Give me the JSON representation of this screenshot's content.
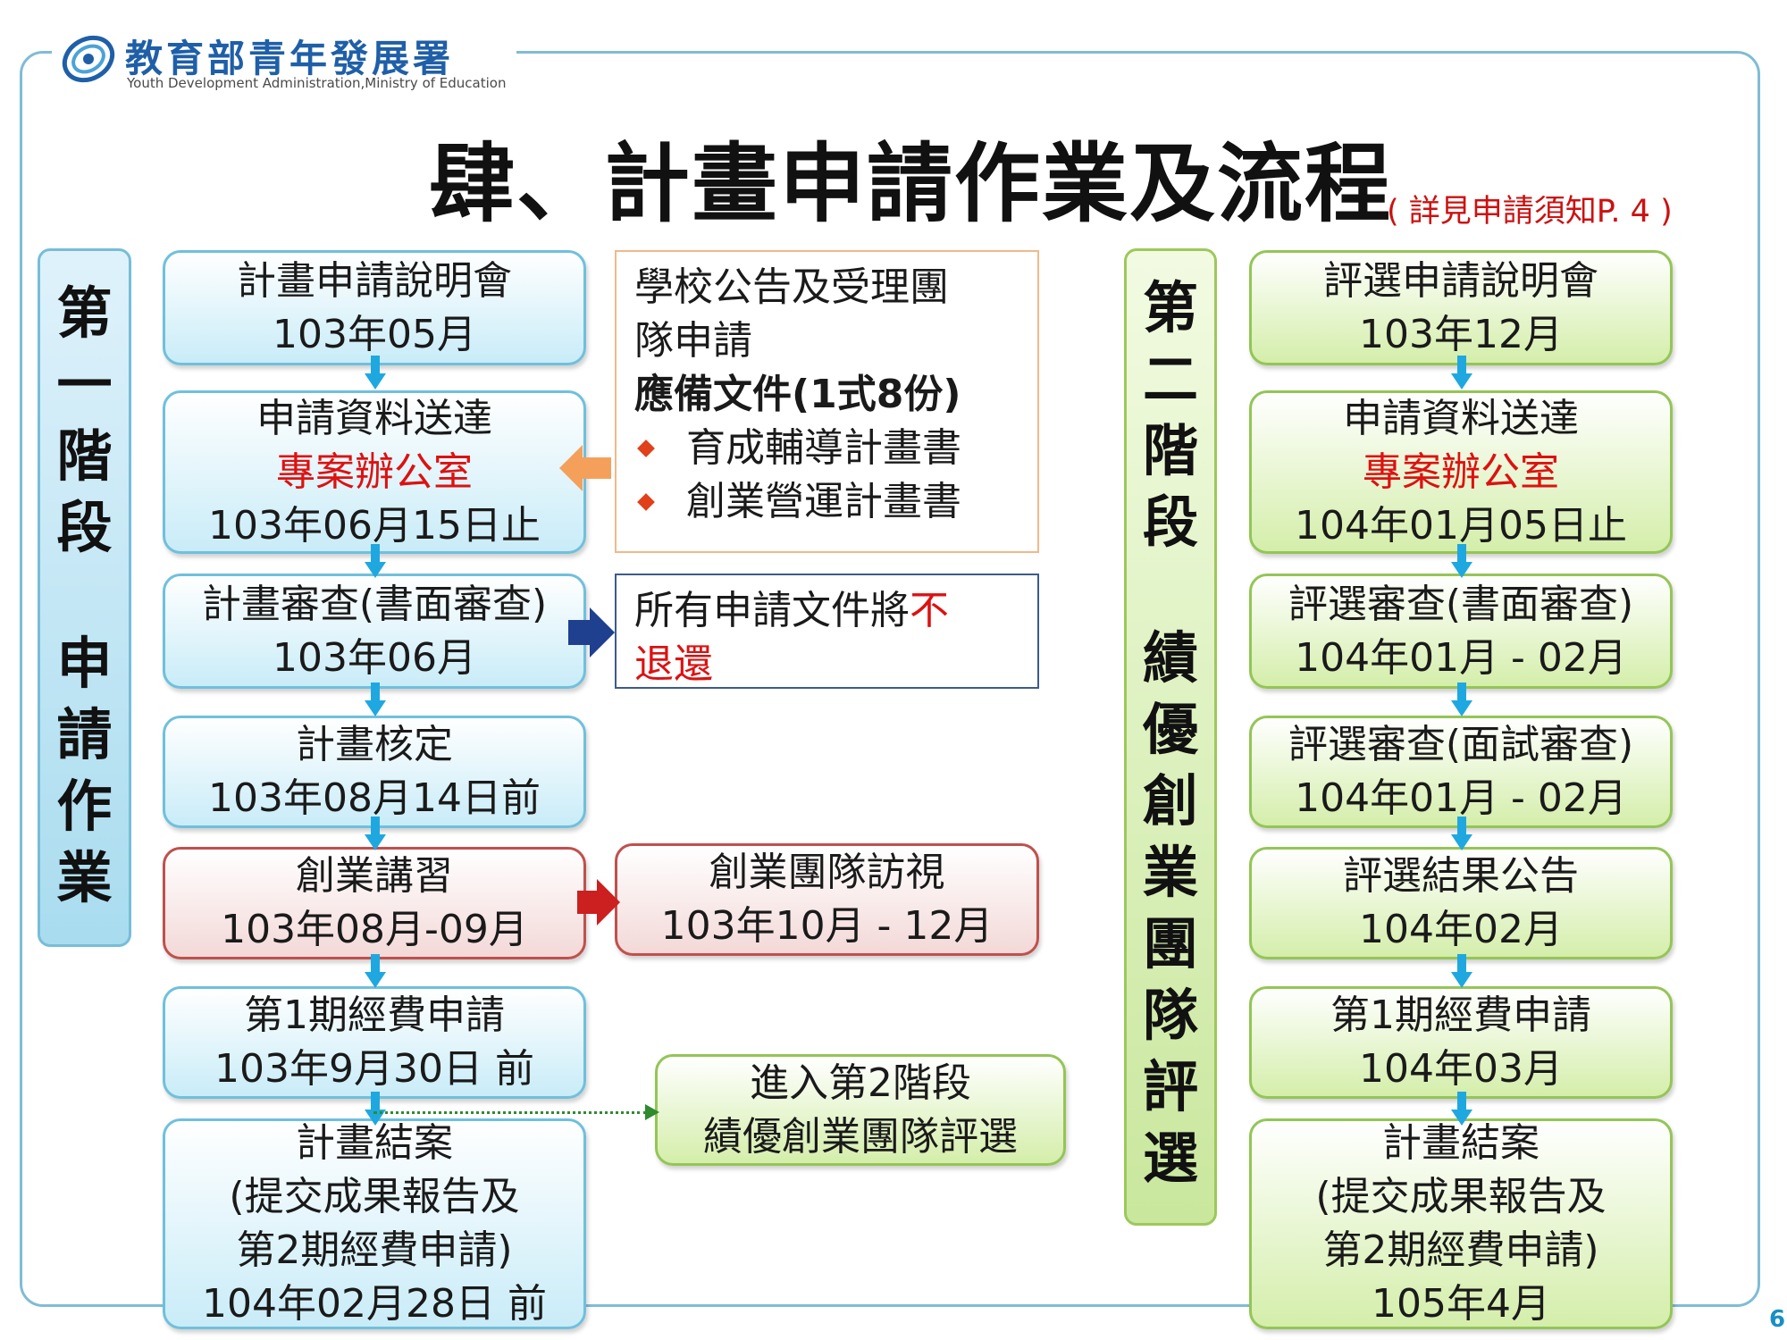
{
  "logo": {
    "name_cn": "教育部青年發展署",
    "name_en": "Youth Development Administration,Ministry of Education"
  },
  "title": "肆、計畫申請作業及流程",
  "note": "( 詳見申請須知P. 4 )",
  "stage1": {
    "label_top": [
      "第",
      "一",
      "階",
      "段"
    ],
    "label_bottom": [
      "申",
      "請",
      "作",
      "業"
    ]
  },
  "stage2": {
    "label_top": [
      "第",
      "二",
      "階",
      "段"
    ],
    "label_bottom": [
      "績",
      "優",
      "創",
      "業",
      "團",
      "隊",
      "評",
      "選"
    ]
  },
  "left_flow": [
    {
      "lines": [
        "計畫申請說明會",
        "103年05月"
      ]
    },
    {
      "lines": [
        "申請資料送達",
        "專案辦公室",
        "103年06月15日止"
      ]
    },
    {
      "lines": [
        "計畫審查(書面審查)",
        "103年06月"
      ]
    },
    {
      "lines": [
        "計畫核定",
        "103年08月14日前"
      ]
    },
    {
      "lines": [
        "創業講習",
        "103年08月-09月"
      ]
    },
    {
      "lines": [
        "第1期經費申請",
        "103年9月30日 前"
      ]
    },
    {
      "lines": [
        "計畫結案",
        "(提交成果報告及",
        "第2期經費申請)",
        "104年02月28日 前"
      ]
    }
  ],
  "info_docs": {
    "line1": "學校公告及受理團",
    "line2": "隊申請",
    "heading": "應備文件(1式8份)",
    "items": [
      "育成輔導計畫書",
      "創業營運計畫書"
    ]
  },
  "info_return": {
    "text_a": "所有申請文件將",
    "text_b": "不",
    "text_c": "退還"
  },
  "visit_box": {
    "lines": [
      "創業團隊訪視",
      "103年10月 -  12月"
    ]
  },
  "enter_stage2": {
    "lines": [
      "進入第2階段",
      "績優創業團隊評選"
    ]
  },
  "right_flow": [
    {
      "lines": [
        "評選申請說明會",
        "103年12月"
      ]
    },
    {
      "lines": [
        "申請資料送達",
        "專案辦公室",
        "104年01月05日止"
      ]
    },
    {
      "lines": [
        "評選審查(書面審查)",
        "104年01月 - 02月"
      ]
    },
    {
      "lines": [
        "評選審查(面試審查)",
        "104年01月 - 02月"
      ]
    },
    {
      "lines": [
        "評選結果公告",
        "104年02月"
      ]
    },
    {
      "lines": [
        "第1期經費申請",
        "104年03月"
      ]
    },
    {
      "lines": [
        "計畫結案",
        "(提交成果報告及",
        "第2期經費申請)",
        "105年4月"
      ]
    }
  ],
  "page_number": "6",
  "colors": {
    "frame": "#7fbcd6",
    "blue_box_border": "#6fc0dd",
    "green_box_border": "#94c556",
    "red_box_border": "#c0504d",
    "emphasis_text": "#dd1111",
    "connector_arrow": "#1fa8e0",
    "orange_arrow": "#f5a05a",
    "navy_arrow": "#1f3f8f",
    "red_arrow": "#cc1f1f",
    "dotted_line": "#2e8b2e"
  }
}
